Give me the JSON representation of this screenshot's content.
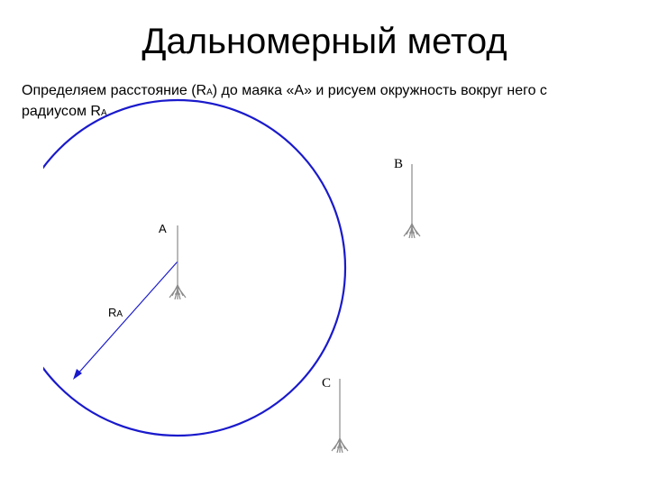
{
  "title": "Дальномерный метод",
  "description": {
    "line1_part1": "Определяем расстояние (R",
    "line1_sub": "A",
    "line1_part2": ") до маяка «A» и рисуем окружность вокруг него с",
    "line2_part1": "радиусом R",
    "line2_sub": "A"
  },
  "diagram": {
    "beacon_a_label": "A",
    "beacon_b_label": "B",
    "beacon_c_label": "C",
    "radius_label": "R",
    "radius_label_sub": "A",
    "circle_color": "#1a1acc",
    "radius_color": "#1a1acc",
    "beacon_color": "#8a8a8a"
  }
}
